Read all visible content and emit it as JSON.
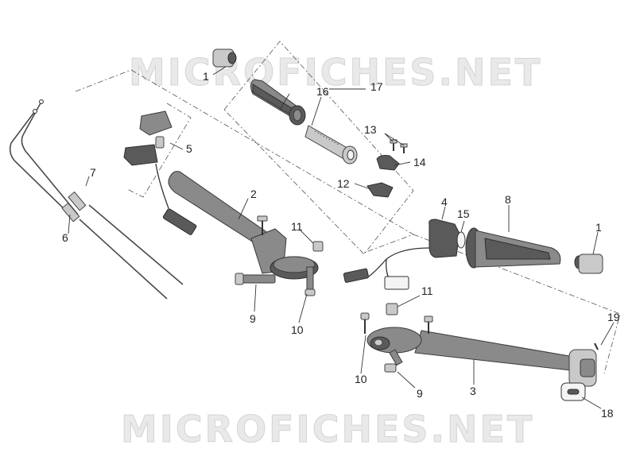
{
  "watermark": "MICROFICHES.NET",
  "callouts": {
    "c1a": "1",
    "c1b": "1",
    "c2": "2",
    "c3": "3",
    "c4": "4",
    "c5": "5",
    "c6": "6",
    "c7": "7",
    "c8": "8",
    "c9a": "9",
    "c9b": "9",
    "c10a": "10",
    "c10b": "10",
    "c11a": "11",
    "c11b": "11",
    "c12": "12",
    "c13": "13",
    "c14": "14",
    "c15": "15",
    "c16": "16",
    "c17": "17",
    "c18": "18",
    "c19": "19"
  },
  "colors": {
    "part_dark": "#5a5a5a",
    "part_mid": "#8a8a8a",
    "part_light": "#c9c9c9",
    "watermark": "#e9e9e9"
  }
}
